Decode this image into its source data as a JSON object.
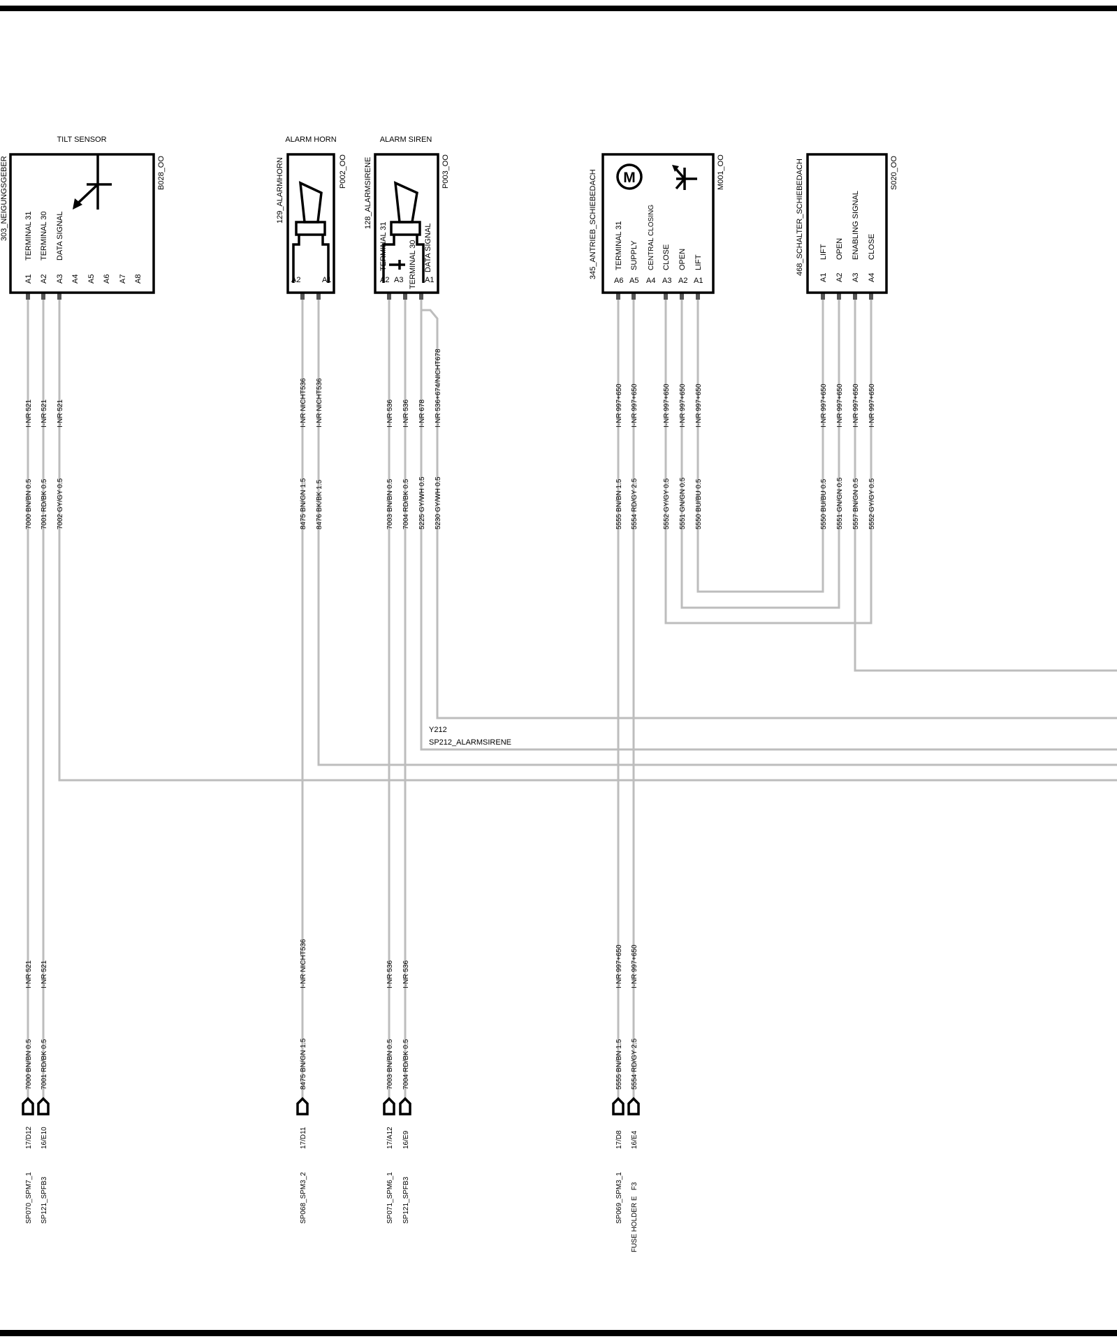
{
  "components": {
    "tilt": {
      "top_label": "TILT SENSOR",
      "side_label": "303_NEIGUNGSGEBER",
      "code": "B028_OO",
      "pins": [
        "A1",
        "A2",
        "A3",
        "A4",
        "A5",
        "A6",
        "A7",
        "A8"
      ],
      "signals": [
        "TERMINAL 31",
        "TERMINAL 30",
        "DATA SIGNAL"
      ]
    },
    "horn": {
      "top_label": "ALARM HORN",
      "side_label": "129_ALARMHORN",
      "code": "P002_OO",
      "pins": [
        "A2",
        "A1"
      ]
    },
    "siren": {
      "top_label": "ALARM SIREN",
      "side_label": "128_ALARMSIRENE",
      "code": "P003_OO",
      "pins": [
        "A2",
        "A3",
        "A1"
      ],
      "signals": [
        "TERMINAL 31",
        "TERMINAL 30",
        "DATA SIGNAL"
      ]
    },
    "motor": {
      "side_label": "345_ANTRIEB_SCHIEBEDACH",
      "code": "M001_OO",
      "pins": [
        "A6",
        "A5",
        "A4",
        "A3",
        "A2",
        "A1"
      ],
      "signals": [
        "TERMINAL 31",
        "SUPPLY",
        "CENTRAL CLOSING",
        "CLOSE",
        "OPEN",
        "LIFT"
      ]
    },
    "switch": {
      "side_label": "468_SCHALTER_SCHIEBEDACH",
      "code": "S020_OO",
      "pins": [
        "A1",
        "A2",
        "A3",
        "A4"
      ],
      "signals": [
        "LIFT",
        "OPEN",
        "ENABLING SIGNAL",
        "CLOSE"
      ]
    }
  },
  "wires_upper": {
    "w1": {
      "inr": "I-NR 521",
      "wire": "7000 BN/BN 0.5"
    },
    "w2": {
      "inr": "I-NR 521",
      "wire": "7001 RD/BK 0.5"
    },
    "w3": {
      "inr": "I-NR 521",
      "wire": "7002 GY/GY 0.5"
    },
    "w4": {
      "inr": "I-NR NICHT536",
      "wire": "8475 BN/GN 1.5"
    },
    "w5": {
      "inr": "I-NR NICHT536",
      "wire": "8476 BK/BK 1.5"
    },
    "w6": {
      "inr": "I-NR 536",
      "wire": "7003 BN/BN 0.5"
    },
    "w7": {
      "inr": "I-NR 536",
      "wire": "7004 RD/BK 0.5"
    },
    "w8": {
      "inr": "I-NR 678",
      "wire": "5225 GY/WH 0.5"
    },
    "w9": {
      "inr": "I-NR 536+674/NICHT678",
      "wire": "5230 GY/WH 0.5"
    },
    "w10": {
      "inr": "I-NR 997+650",
      "wire": "5555 BN/BN 1.5"
    },
    "w11": {
      "inr": "I-NR 997+650",
      "wire": "5554 RD/GY 2.5"
    },
    "w12": {
      "inr": "I-NR 997+650",
      "wire": "5552 GY/GY 0.5"
    },
    "w13": {
      "inr": "I-NR 997+650",
      "wire": "5551 GN/GN 0.5"
    },
    "w14": {
      "inr": "I-NR 997+650",
      "wire": "5550 BU/BU 0.5"
    },
    "w15": {
      "inr": "I-NR 997+650",
      "wire": "5550 BU/BU 0.5"
    },
    "w16": {
      "inr": "I-NR 997+650",
      "wire": "5551 GN/GN 0.5"
    },
    "w17": {
      "inr": "I-NR 997+650",
      "wire": "5557 BN/GN 0.5"
    },
    "w18": {
      "inr": "I-NR 997+650",
      "wire": "5552 GY/GY 0.5"
    }
  },
  "splice": {
    "id": "Y212",
    "name": "SP212_ALARMSIRENE"
  },
  "wires_lower": {
    "l1": {
      "inr": "I-NR 521",
      "wire": "7000 BN/BN 0.5",
      "ref": "17/D12",
      "dest": "SP070_SPM7_1"
    },
    "l2": {
      "inr": "I-NR 521",
      "wire": "7001 RD/BK 0.5",
      "ref": "16/E10",
      "dest": "SP121_SPFB3"
    },
    "l3": {
      "inr": "I-NR NICHT536",
      "wire": "8475 BN/GN 1.5",
      "ref": "17/D11",
      "dest": "SP068_SPM3_2"
    },
    "l4": {
      "inr": "I-NR 536",
      "wire": "7003 BN/BN 0.5",
      "ref": "17/A12",
      "dest": "SP071_SPM6_1"
    },
    "l5": {
      "inr": "I-NR 536",
      "wire": "7004 RD/BK 0.5",
      "ref": "16/E9",
      "dest": "SP121_SPFB3"
    },
    "l6": {
      "inr": "I-NR 997+650",
      "wire": "5555 BN/BN 1.5",
      "ref": "17/D8",
      "dest": "SP069_SPM3_1"
    },
    "l7": {
      "inr": "I-NR 997+650",
      "wire": "5554 RD/GY 2.5",
      "ref": "16/E4",
      "dest": "FUSE HOLDER E   F3"
    }
  }
}
